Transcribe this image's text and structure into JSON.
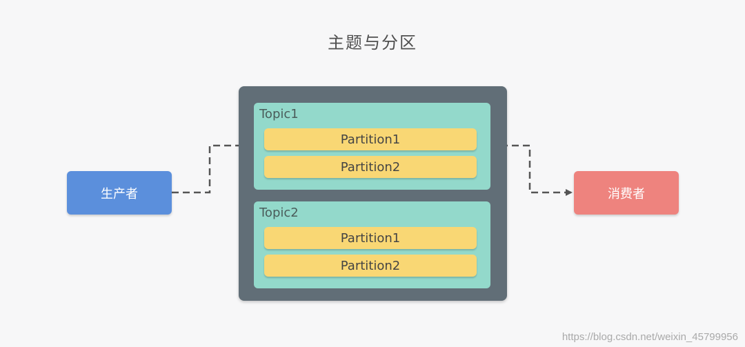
{
  "title": "主题与分区",
  "producer": {
    "label": "生产者"
  },
  "consumer": {
    "label": "消费者"
  },
  "topics": [
    {
      "label": "Topic1",
      "partitions": [
        "Partition1",
        "Partition2"
      ]
    },
    {
      "label": "Topic2",
      "partitions": [
        "Partition1",
        "Partition2"
      ]
    }
  ],
  "watermark": "https://blog.csdn.net/weixin_45799956",
  "colors": {
    "background": "#f7f7f8",
    "producer": "#5b8fdc",
    "consumer": "#ee837e",
    "broker": "#616e77",
    "topic": "#93d9cb",
    "partition": "#f9d774",
    "connector": "#555555"
  }
}
